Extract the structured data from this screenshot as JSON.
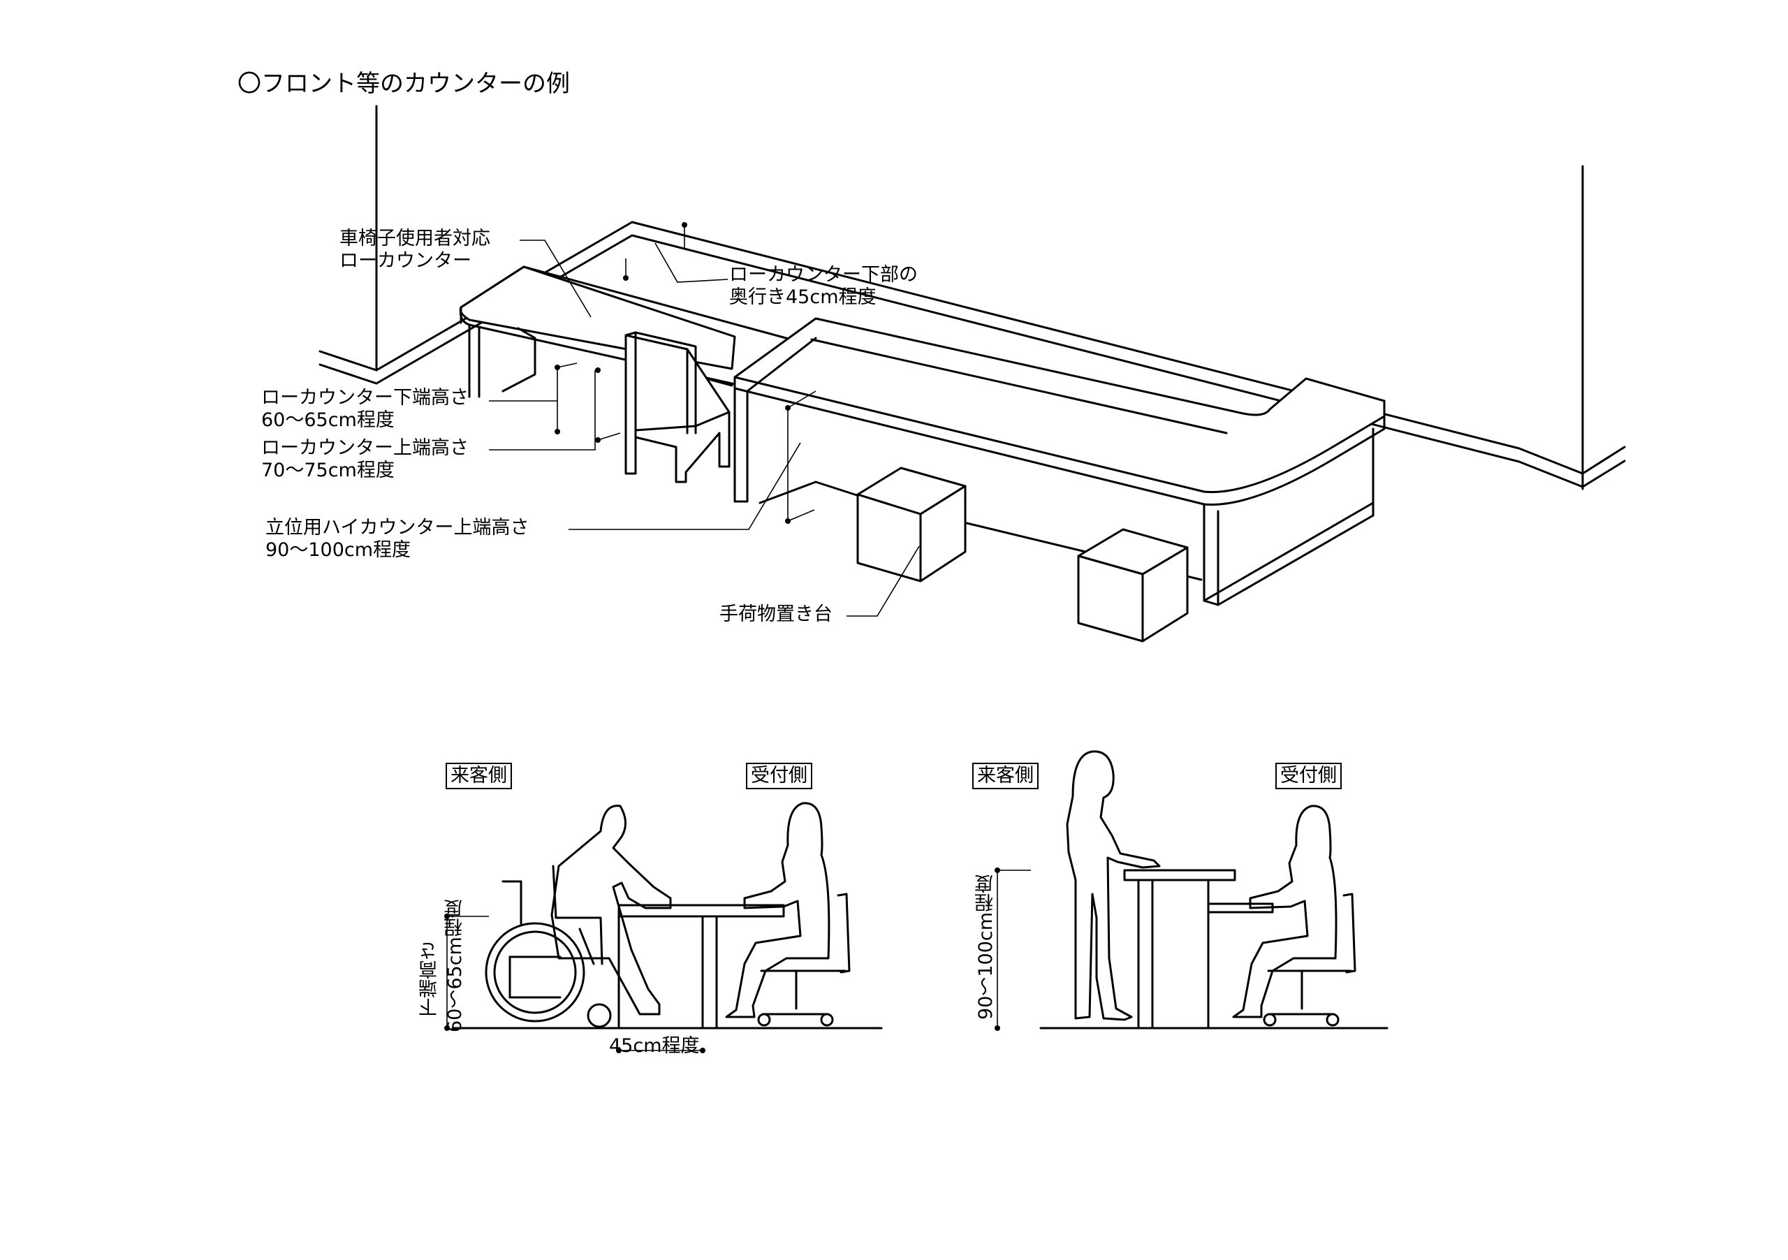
{
  "title": "〇フロント等のカウンターの例",
  "labels": {
    "low_counter": [
      "車椅子使用者対応",
      "ローカウンター"
    ],
    "depth": [
      "ローカウンター下部の",
      "奥行き45cm程度"
    ],
    "low_bottom": [
      "ローカウンター下端高さ",
      "60～65cm程度"
    ],
    "low_top": [
      "ローカウンター上端高さ",
      "70～75cm程度"
    ],
    "high_top": [
      "立位用ハイカウンター上端高さ",
      "90～100cm程度"
    ],
    "luggage": "手荷物置き台"
  },
  "section_left": {
    "customer_side": "来客側",
    "reception_side": "受付側",
    "bottom_height": [
      "下端高さ",
      "60～65cm程度"
    ],
    "depth": "45cm程度"
  },
  "section_right": {
    "customer_side": "来客側",
    "reception_side": "受付側",
    "top_height": "90～100cm程度"
  }
}
